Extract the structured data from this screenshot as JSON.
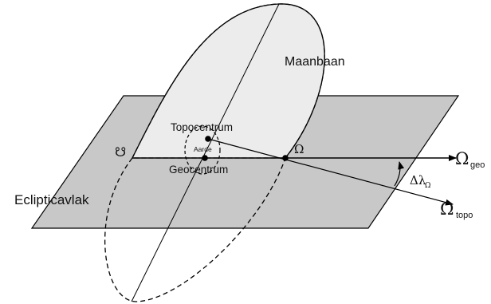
{
  "labels": {
    "maanbaan": "Maanbaan",
    "topocentrum": "Topocentrum",
    "aarde": "Aarde",
    "geocentrum": "Geocentrum",
    "eclipticavlak": "Eclipticavlak",
    "delta_lambda": "Δλ",
    "delta_lambda_sub": "Ω",
    "ascending_node": "Ω",
    "descending_node": "☋",
    "omega_geo": "Ω",
    "omega_geo_sub": "geo",
    "omega_topo": "Ω",
    "omega_topo_sub": "topo"
  },
  "colors": {
    "plane_fill": "#c8c8c8",
    "orbit_fill": "#ececec",
    "stroke": "#000000"
  }
}
